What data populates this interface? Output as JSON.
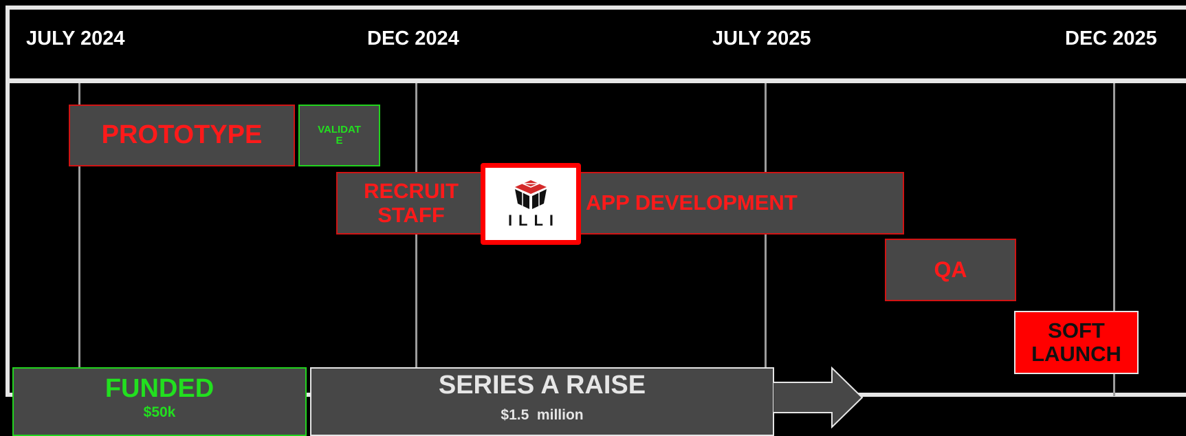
{
  "timeline": {
    "dates": [
      {
        "label": "JULY 2024"
      },
      {
        "label": "DEC 2024"
      },
      {
        "label": "JULY 2025"
      },
      {
        "label": "DEC 2025"
      }
    ]
  },
  "phases": {
    "prototype": "PROTOTYPE",
    "validate": "VALIDAT\nE",
    "recruit": "RECRUIT\nSTAFF",
    "app_dev": "APP DEVELOPMENT",
    "qa": "QA",
    "soft_launch": "SOFT\nLAUNCH"
  },
  "logo": {
    "text": "ILLI"
  },
  "funding": {
    "funded_title": "FUNDED",
    "funded_amount": "$50k",
    "series_title": "SERIES A RAISE",
    "series_amount": "$1.5  million"
  },
  "colors": {
    "accent_red": "#ff0000",
    "accent_green": "#22e01f",
    "box_grey": "#474747"
  }
}
